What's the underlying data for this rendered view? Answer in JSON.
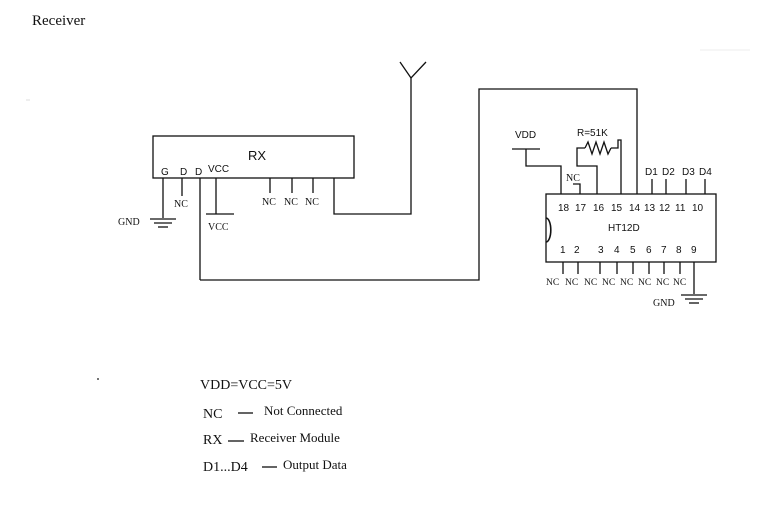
{
  "title": "Receiver",
  "rx_module": {
    "label": "RX",
    "pins": [
      "G",
      "D",
      "D",
      "VCC"
    ],
    "nc_label": "NC",
    "vcc_label": "VCC",
    "gnd_label": "GND"
  },
  "decoder": {
    "label": "HT12D",
    "top_pins": [
      "18",
      "17",
      "16",
      "15",
      "14",
      "13",
      "12",
      "11",
      "10"
    ],
    "bottom_pins": [
      "1",
      "2",
      "3",
      "4",
      "5",
      "6",
      "7",
      "8",
      "9"
    ],
    "data_outputs": [
      "D1",
      "D2",
      "D3",
      "D4"
    ],
    "vdd_label": "VDD",
    "resistor_label": "R=51K",
    "nc_label": "NC",
    "gnd_label": "GND"
  },
  "legend": {
    "power": "VDD=VCC=5V",
    "items": [
      {
        "term": "NC",
        "meaning": "Not Connected"
      },
      {
        "term": "RX",
        "meaning": "Receiver Module"
      },
      {
        "term": "D1...D4",
        "meaning": "Output Data"
      }
    ]
  }
}
